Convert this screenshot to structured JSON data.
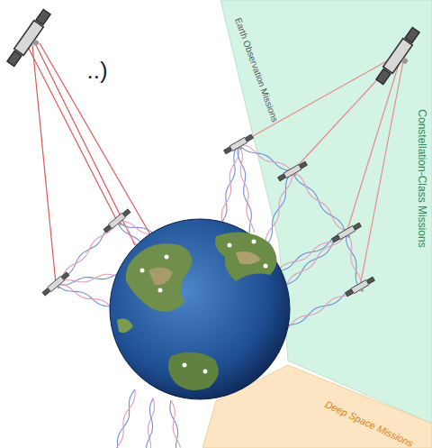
{
  "diagram": {
    "nodes": [
      {
        "text": [
          "Constellation-Class Missions"
        ]
      },
      {
        "text": [
          "Deep Space Missions"
        ]
      }
    ],
    "labels": [
      "Earth Observation Missions",
      "..)"
    ]
  }
}
